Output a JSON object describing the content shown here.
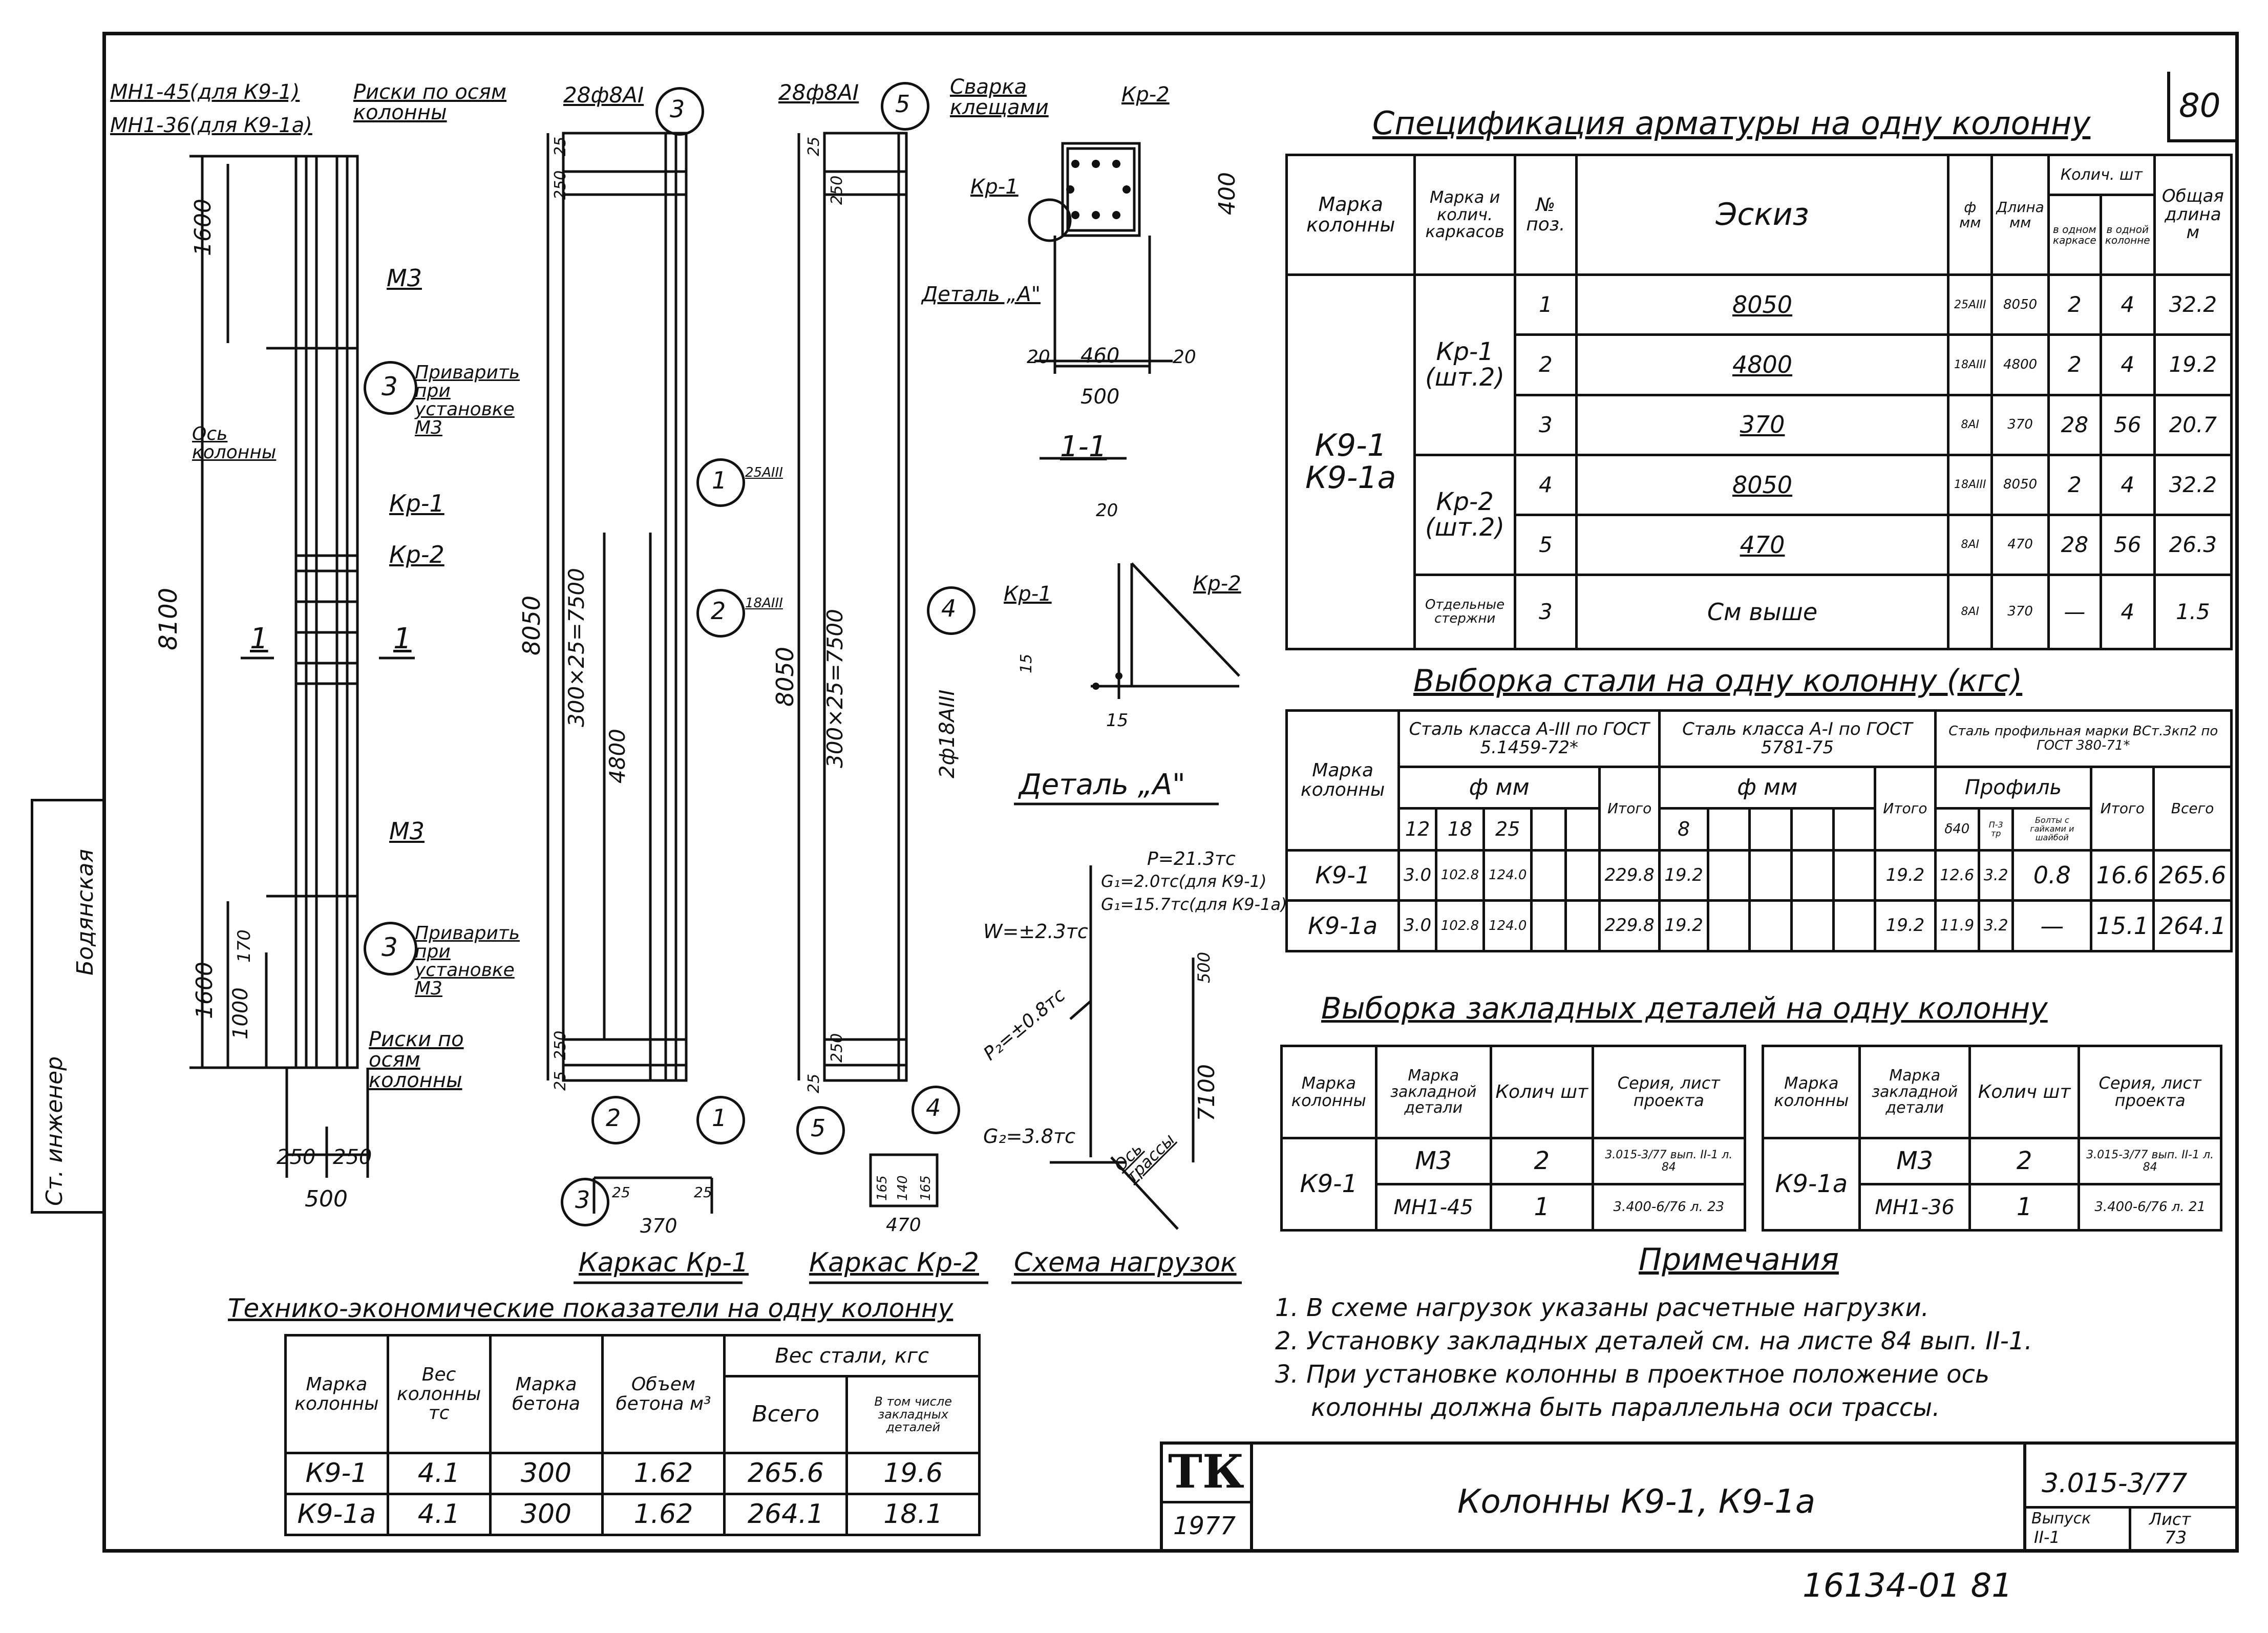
{
  "sheet": {
    "number_top": "80",
    "number_bottom": "16134-01  81",
    "title": "Колонны К9-1, К9-1а",
    "code": "3.015-3/77",
    "issue_label": "Выпуск",
    "issue": "II-1",
    "sheet_label": "Лист",
    "sheet": "73",
    "logo": "ТК",
    "year": "1977",
    "side_role": "Ст. инженер",
    "side_name": "Бодянская"
  },
  "drawing": {
    "embed_tl1": "МН1-45(для К9-1)",
    "embed_tl2": "МН1-36(для К9-1а)",
    "marks_axes_top": "Риски по осям колонны",
    "m3_top": "М3",
    "m3_bottom": "М3",
    "weld_note_top": "Приварить при установке М3",
    "weld_note_bottom": "Приварить при установке М3",
    "axis_label": "Ось колонны",
    "kr1": "Кр-1",
    "kr2": "Кр-2",
    "section_mark": "1",
    "marks_axes_bottom": "Риски по осям колонны",
    "dims": {
      "d1600_top": "1600",
      "d8100": "8100",
      "d1600_bot": "1600",
      "d1000": "1000",
      "d170": "170",
      "d250a": "250",
      "d250b": "250",
      "d500": "500",
      "d8050a": "8050",
      "d8050b": "8050",
      "d7500a": "300×25=7500",
      "d7500b": "300×25=7500",
      "d4800": "4800",
      "d25a": "25",
      "d250c": "250",
      "d250d": "250",
      "d25b": "25",
      "d25c": "25",
      "d250e": "250",
      "d250f": "250",
      "d25d": "25",
      "d400": "400",
      "d20a": "20",
      "d460": "460",
      "d20b": "20",
      "d500b": "500",
      "d20c": "20",
      "d15a": "15",
      "d15b": "15",
      "d370": "370",
      "d25e": "25",
      "d25f": "25",
      "d470": "470",
      "d165a": "165",
      "d140": "140",
      "d165b": "165",
      "d500c": "500",
      "d7100": "7100"
    },
    "kr1_bar": "28ф8АI",
    "kr2_bar": "28ф8АI",
    "bar1_label": "25АIII",
    "bar2_label": "18АIII",
    "bar4_label": "2ф18АIII",
    "circle1": "1",
    "circle2": "2",
    "circle3": "3",
    "circle4": "4",
    "circle5": "5",
    "weld_ticks": "Сварка клещами",
    "section_1_1": "1-1",
    "detail_a_ref": "Деталь „А\"",
    "detail_a_title": "Деталь „А\"",
    "kr1_title": "Каркас Кр-1",
    "kr2_title": "Каркас Кр-2",
    "loads_title": "Схема нагрузок",
    "load_p": "Р=21.3тс",
    "load_g1a": "G₁=2.0тс(для К9-1)",
    "load_g1b": "G₁=15.7тс(для К9-1а)",
    "load_w": "W=±2.3тс",
    "load_p2": "Р₂=±0.8тс",
    "load_g2": "G₂=3.8тс",
    "axis_route": "Ось трассы"
  },
  "spec": {
    "title": "Спецификация арматуры на одну колонну",
    "headers": [
      "Марка колонны",
      "Марка и колич. каркасов",
      "№ поз.",
      "Эскиз",
      "ф мм",
      "Длина мм",
      "Колич. шт",
      "в одном каркасе",
      "в одной колонне",
      "Общая длина м"
    ],
    "column_marks": "К9-1 К9-1а",
    "kr1": "Кр-1 (шт.2)",
    "kr2": "Кр-2 (шт.2)",
    "loose": "Отдельные стержни",
    "rows": [
      {
        "pos": "1",
        "sketch": "8050",
        "dia": "25АIII",
        "len": "8050",
        "per_frame": "2",
        "per_col": "4",
        "total": "32.2"
      },
      {
        "pos": "2",
        "sketch": "4800",
        "dia": "18АIII",
        "len": "4800",
        "per_frame": "2",
        "per_col": "4",
        "total": "19.2"
      },
      {
        "pos": "3",
        "sketch": "370",
        "dia": "8АI",
        "len": "370",
        "per_frame": "28",
        "per_col": "56",
        "total": "20.7"
      },
      {
        "pos": "4",
        "sketch": "8050",
        "dia": "18АIII",
        "len": "8050",
        "per_frame": "2",
        "per_col": "4",
        "total": "32.2"
      },
      {
        "pos": "5",
        "sketch": "470",
        "dia": "8АI",
        "len": "470",
        "per_frame": "28",
        "per_col": "56",
        "total": "26.3"
      },
      {
        "pos": "3",
        "sketch": "См выше",
        "dia": "8АI",
        "len": "370",
        "per_frame": "—",
        "per_col": "4",
        "total": "1.5"
      }
    ]
  },
  "steel": {
    "title": "Выборка стали на одну колонну (кгс)",
    "h_mark": "Марка колонны",
    "h_a3": "Сталь класса А-III по ГОСТ 5.1459-72*",
    "h_a1": "Сталь класса А-I по ГОСТ 5781-75",
    "h_prof": "Сталь профильная марки ВСт.3кп2 по ГОСТ 380-71*",
    "h_dmm": "ф мм",
    "h_profile": "Профиль",
    "d12": "12",
    "d18": "18",
    "d25": "25",
    "itogo": "Итого",
    "d8": "8",
    "s40": "δ40",
    "n3": "П-3 тр",
    "bolts": "Болты с гайками и шайбой",
    "vsego": "Всего",
    "rows": [
      {
        "mark": "К9-1",
        "a12": "3.0",
        "a18": "102.8",
        "a25": "124.0",
        "it1": "229.8",
        "b8": "19.2",
        "it2": "19.2",
        "s40": "12.6",
        "p3": "3.2",
        "bolt": "0.8",
        "it3": "16.6",
        "all": "265.6"
      },
      {
        "mark": "К9-1а",
        "a12": "3.0",
        "a18": "102.8",
        "a25": "124.0",
        "it1": "229.8",
        "b8": "19.2",
        "it2": "19.2",
        "s40": "11.9",
        "p3": "3.2",
        "bolt": "—",
        "it3": "15.1",
        "all": "264.1"
      }
    ]
  },
  "embeds": {
    "title": "Выборка закладных деталей на одну колонну",
    "headers": [
      "Марка колонны",
      "Марка закладной детали",
      "Колич шт",
      "Серия, лист проекта"
    ],
    "left": {
      "mark": "К9-1",
      "rows": [
        {
          "part": "М3",
          "qty": "2",
          "series": "3.015-3/77 вып. II-1 л. 84"
        },
        {
          "part": "МН1-45",
          "qty": "1",
          "series": "3.400-6/76 л. 23"
        }
      ]
    },
    "right": {
      "mark": "К9-1а",
      "rows": [
        {
          "part": "М3",
          "qty": "2",
          "series": "3.015-3/77 вып. II-1 л. 84"
        },
        {
          "part": "МН1-36",
          "qty": "1",
          "series": "3.400-6/76 л. 21"
        }
      ]
    }
  },
  "notes": {
    "title": "Примечания",
    "items": [
      "1. В схеме нагрузок указаны расчетные нагрузки.",
      "2. Установку закладных деталей см. на листе 84 вып. II-1.",
      "3. При установке колонны в проектное положение ось",
      "колонны должна быть параллельна оси трассы."
    ]
  },
  "tep": {
    "title": "Технико-экономические показатели на одну колонну",
    "h_mark": "Марка колонны",
    "h_weight": "Вес колонны тс",
    "h_concrete": "Марка бетона",
    "h_volume": "Объем бетона м³",
    "h_steel": "Вес стали, кгс",
    "h_total": "Всего",
    "h_incl": "В том числе закладных деталей",
    "rows": [
      {
        "mark": "К9-1",
        "weight": "4.1",
        "concrete": "300",
        "volume": "1.62",
        "total": "265.6",
        "incl": "19.6"
      },
      {
        "mark": "К9-1а",
        "weight": "4.1",
        "concrete": "300",
        "volume": "1.62",
        "total": "264.1",
        "incl": "18.1"
      }
    ]
  }
}
